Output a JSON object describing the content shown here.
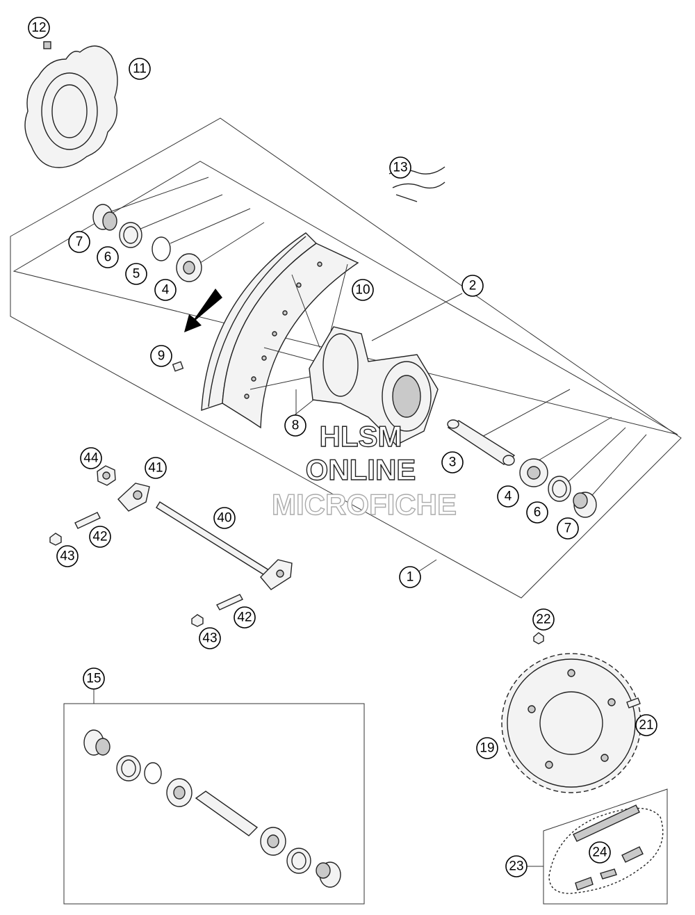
{
  "callouts": {
    "c1": "1",
    "c2": "2",
    "c3": "3",
    "c4a": "4",
    "c4b": "4",
    "c5": "5",
    "c6a": "6",
    "c6b": "6",
    "c7a": "7",
    "c7b": "7",
    "c8": "8",
    "c9": "9",
    "c10": "10",
    "c11": "11",
    "c12": "12",
    "c13": "13",
    "c15": "15",
    "c19": "19",
    "c21": "21",
    "c22": "22",
    "c23": "23",
    "c24": "24",
    "c40": "40",
    "c41": "41",
    "c42a": "42",
    "c42b": "42",
    "c43a": "43",
    "c43b": "43",
    "c44": "44"
  },
  "watermark": {
    "line1": "HLSM",
    "line2": "ONLINE",
    "line3": "MICROFICHE"
  }
}
